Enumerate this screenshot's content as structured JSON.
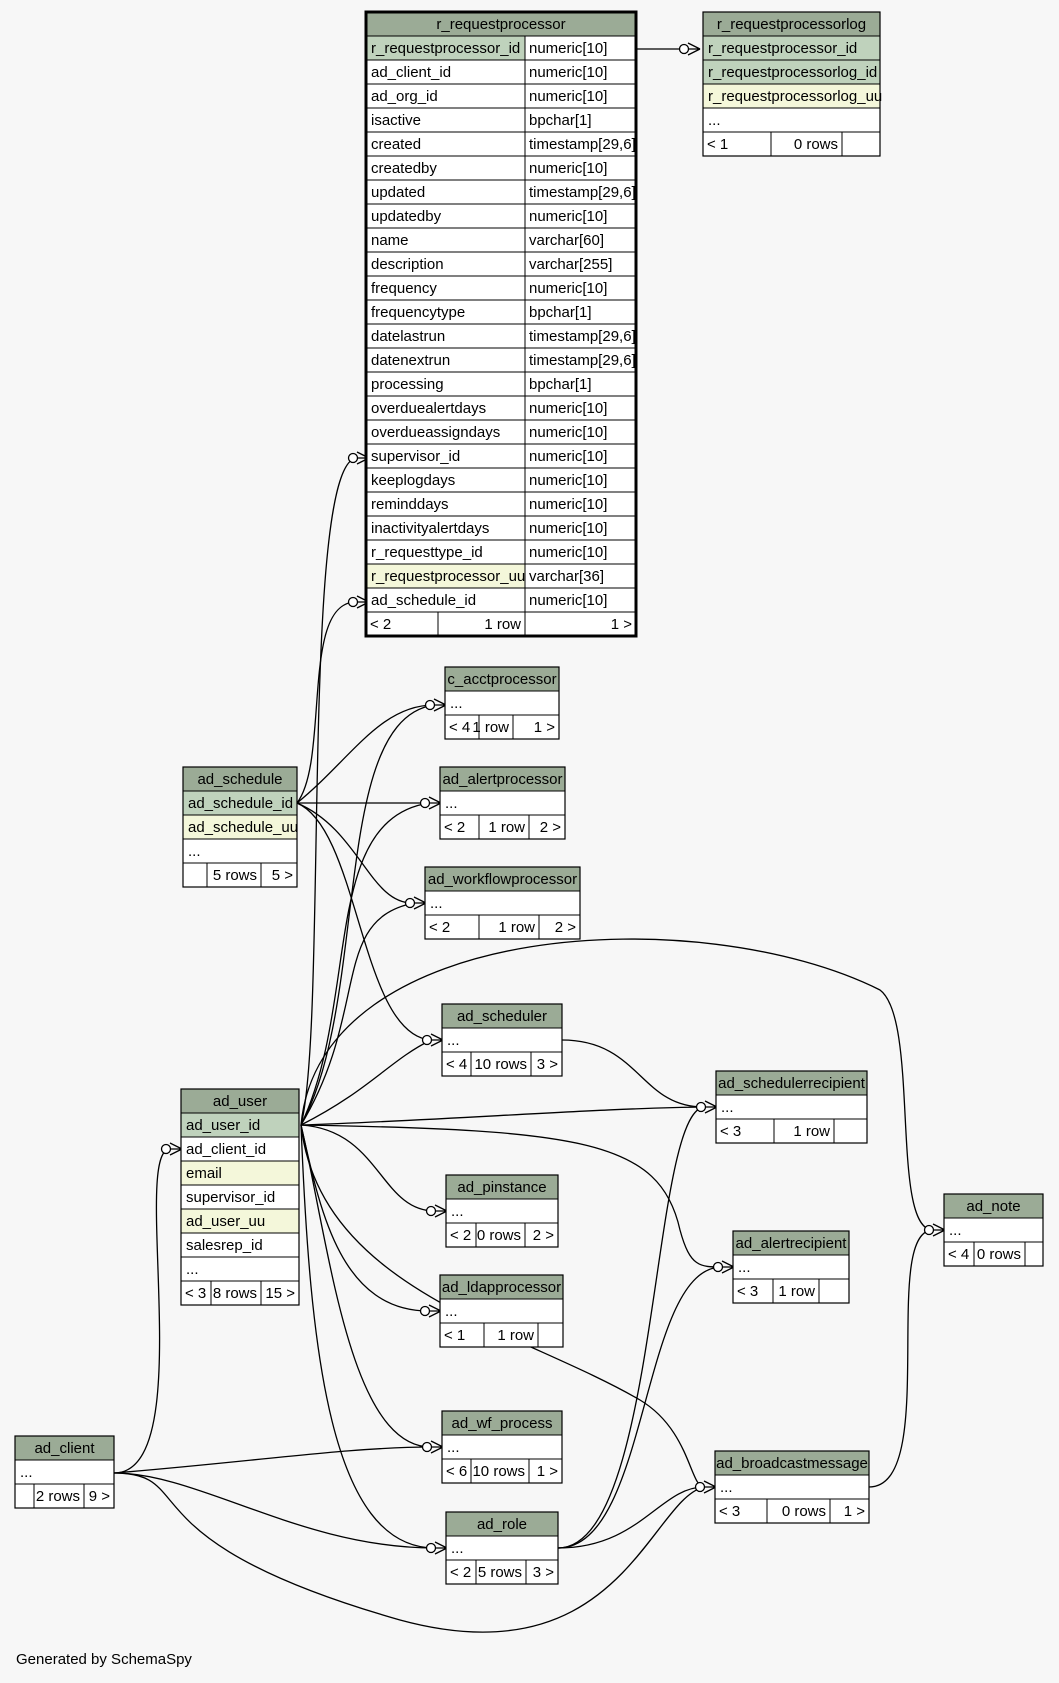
{
  "footer": "Generated by SchemaSpy",
  "colors": {
    "background": "#f7f7f7",
    "header": "#9bab96",
    "primary_key": "#bfd2bc",
    "unique_index": "#f4f7da",
    "cell": "#ffffff",
    "border": "#000000"
  },
  "tables": [
    {
      "id": "r_requestprocessor",
      "name": "r_requestprocessor",
      "focus": true,
      "columns": [
        {
          "name": "r_requestprocessor_id",
          "type": "numeric[10]",
          "kind": "pk"
        },
        {
          "name": "ad_client_id",
          "type": "numeric[10]",
          "kind": "normal"
        },
        {
          "name": "ad_org_id",
          "type": "numeric[10]",
          "kind": "normal"
        },
        {
          "name": "isactive",
          "type": "bpchar[1]",
          "kind": "normal"
        },
        {
          "name": "created",
          "type": "timestamp[29,6]",
          "kind": "normal"
        },
        {
          "name": "createdby",
          "type": "numeric[10]",
          "kind": "normal"
        },
        {
          "name": "updated",
          "type": "timestamp[29,6]",
          "kind": "normal"
        },
        {
          "name": "updatedby",
          "type": "numeric[10]",
          "kind": "normal"
        },
        {
          "name": "name",
          "type": "varchar[60]",
          "kind": "normal"
        },
        {
          "name": "description",
          "type": "varchar[255]",
          "kind": "normal"
        },
        {
          "name": "frequency",
          "type": "numeric[10]",
          "kind": "normal"
        },
        {
          "name": "frequencytype",
          "type": "bpchar[1]",
          "kind": "normal"
        },
        {
          "name": "datelastrun",
          "type": "timestamp[29,6]",
          "kind": "normal"
        },
        {
          "name": "datenextrun",
          "type": "timestamp[29,6]",
          "kind": "normal"
        },
        {
          "name": "processing",
          "type": "bpchar[1]",
          "kind": "normal"
        },
        {
          "name": "overduealertdays",
          "type": "numeric[10]",
          "kind": "normal"
        },
        {
          "name": "overdueassigndays",
          "type": "numeric[10]",
          "kind": "normal"
        },
        {
          "name": "supervisor_id",
          "type": "numeric[10]",
          "kind": "normal"
        },
        {
          "name": "keeplogdays",
          "type": "numeric[10]",
          "kind": "normal"
        },
        {
          "name": "reminddays",
          "type": "numeric[10]",
          "kind": "normal"
        },
        {
          "name": "inactivityalertdays",
          "type": "numeric[10]",
          "kind": "normal"
        },
        {
          "name": "r_requesttype_id",
          "type": "numeric[10]",
          "kind": "normal"
        },
        {
          "name": "r_requestprocessor_uu",
          "type": "varchar[36]",
          "kind": "unique"
        },
        {
          "name": "ad_schedule_id",
          "type": "numeric[10]",
          "kind": "normal"
        }
      ],
      "footer": {
        "parents": "< 2",
        "rows": "1 row",
        "children": "1 >"
      }
    },
    {
      "id": "r_requestprocessorlog",
      "name": "r_requestprocessorlog",
      "columns": [
        {
          "name": "r_requestprocessor_id",
          "type": "",
          "kind": "pk"
        },
        {
          "name": "r_requestprocessorlog_id",
          "type": "",
          "kind": "pk"
        },
        {
          "name": "r_requestprocessorlog_uu",
          "type": "",
          "kind": "unique"
        },
        {
          "name": "...",
          "type": "",
          "kind": "normal"
        }
      ],
      "footer": {
        "parents": "< 1",
        "rows": "0 rows",
        "children": ""
      }
    },
    {
      "id": "c_acctprocessor",
      "name": "c_acctprocessor",
      "columns": [
        {
          "name": "...",
          "type": "",
          "kind": "normal"
        }
      ],
      "footer": {
        "parents": "< 4",
        "rows": "1 row",
        "children": "1 >"
      }
    },
    {
      "id": "ad_alertprocessor",
      "name": "ad_alertprocessor",
      "columns": [
        {
          "name": "...",
          "type": "",
          "kind": "normal"
        }
      ],
      "footer": {
        "parents": "< 2",
        "rows": "1 row",
        "children": "2 >"
      }
    },
    {
      "id": "ad_workflowprocessor",
      "name": "ad_workflowprocessor",
      "columns": [
        {
          "name": "...",
          "type": "",
          "kind": "normal"
        }
      ],
      "footer": {
        "parents": "< 2",
        "rows": "1 row",
        "children": "2 >"
      }
    },
    {
      "id": "ad_schedule",
      "name": "ad_schedule",
      "columns": [
        {
          "name": "ad_schedule_id",
          "type": "",
          "kind": "pk"
        },
        {
          "name": "ad_schedule_uu",
          "type": "",
          "kind": "unique"
        },
        {
          "name": "...",
          "type": "",
          "kind": "normal"
        }
      ],
      "footer": {
        "parents": "",
        "rows": "5 rows",
        "children": "5 >"
      }
    },
    {
      "id": "ad_scheduler",
      "name": "ad_scheduler",
      "columns": [
        {
          "name": "...",
          "type": "",
          "kind": "normal"
        }
      ],
      "footer": {
        "parents": "< 4",
        "rows": "10 rows",
        "children": "3 >"
      }
    },
    {
      "id": "ad_schedulerrecipient",
      "name": "ad_schedulerrecipient",
      "columns": [
        {
          "name": "...",
          "type": "",
          "kind": "normal"
        }
      ],
      "footer": {
        "parents": "< 3",
        "rows": "1 row",
        "children": ""
      }
    },
    {
      "id": "ad_user",
      "name": "ad_user",
      "columns": [
        {
          "name": "ad_user_id",
          "type": "",
          "kind": "pk"
        },
        {
          "name": "ad_client_id",
          "type": "",
          "kind": "normal"
        },
        {
          "name": "email",
          "type": "",
          "kind": "unique"
        },
        {
          "name": "supervisor_id",
          "type": "",
          "kind": "normal"
        },
        {
          "name": "ad_user_uu",
          "type": "",
          "kind": "unique"
        },
        {
          "name": "salesrep_id",
          "type": "",
          "kind": "normal"
        },
        {
          "name": "...",
          "type": "",
          "kind": "normal"
        }
      ],
      "footer": {
        "parents": "< 3",
        "rows": "8 rows",
        "children": "15 >"
      }
    },
    {
      "id": "ad_note",
      "name": "ad_note",
      "columns": [
        {
          "name": "...",
          "type": "",
          "kind": "normal"
        }
      ],
      "footer": {
        "parents": "< 4",
        "rows": "0 rows",
        "children": ""
      }
    },
    {
      "id": "ad_pinstance",
      "name": "ad_pinstance",
      "columns": [
        {
          "name": "...",
          "type": "",
          "kind": "normal"
        }
      ],
      "footer": {
        "parents": "< 2",
        "rows": "0 rows",
        "children": "2 >"
      }
    },
    {
      "id": "ad_alertrecipient",
      "name": "ad_alertrecipient",
      "columns": [
        {
          "name": "...",
          "type": "",
          "kind": "normal"
        }
      ],
      "footer": {
        "parents": "< 3",
        "rows": "1 row",
        "children": ""
      }
    },
    {
      "id": "ad_ldapprocessor",
      "name": "ad_ldapprocessor",
      "columns": [
        {
          "name": "...",
          "type": "",
          "kind": "normal"
        }
      ],
      "footer": {
        "parents": "< 1",
        "rows": "1 row",
        "children": ""
      }
    },
    {
      "id": "ad_wf_process",
      "name": "ad_wf_process",
      "columns": [
        {
          "name": "...",
          "type": "",
          "kind": "normal"
        }
      ],
      "footer": {
        "parents": "< 6",
        "rows": "10 rows",
        "children": "1 >"
      }
    },
    {
      "id": "ad_client",
      "name": "ad_client",
      "columns": [
        {
          "name": "...",
          "type": "",
          "kind": "normal"
        }
      ],
      "footer": {
        "parents": "",
        "rows": "2 rows",
        "children": "9 >"
      }
    },
    {
      "id": "ad_broadcastmessage",
      "name": "ad_broadcastmessage",
      "columns": [
        {
          "name": "...",
          "type": "",
          "kind": "normal"
        }
      ],
      "footer": {
        "parents": "< 3",
        "rows": "0 rows",
        "children": "1 >"
      }
    },
    {
      "id": "ad_role",
      "name": "ad_role",
      "columns": [
        {
          "name": "...",
          "type": "",
          "kind": "normal"
        }
      ],
      "footer": {
        "parents": "< 2",
        "rows": "5 rows",
        "children": "3 >"
      }
    }
  ],
  "relationships": [
    {
      "from": "r_requestprocessor",
      "to": "r_requestprocessorlog"
    },
    {
      "from": "ad_user",
      "to": "r_requestprocessor"
    },
    {
      "from": "ad_schedule",
      "to": "r_requestprocessor"
    },
    {
      "from": "ad_schedule",
      "to": "c_acctprocessor"
    },
    {
      "from": "ad_user",
      "to": "c_acctprocessor"
    },
    {
      "from": "ad_schedule",
      "to": "ad_alertprocessor"
    },
    {
      "from": "ad_user",
      "to": "ad_alertprocessor"
    },
    {
      "from": "ad_schedule",
      "to": "ad_workflowprocessor"
    },
    {
      "from": "ad_user",
      "to": "ad_workflowprocessor"
    },
    {
      "from": "ad_schedule",
      "to": "ad_scheduler"
    },
    {
      "from": "ad_user",
      "to": "ad_scheduler"
    },
    {
      "from": "ad_scheduler",
      "to": "ad_schedulerrecipient"
    },
    {
      "from": "ad_user",
      "to": "ad_schedulerrecipient"
    },
    {
      "from": "ad_role",
      "to": "ad_schedulerrecipient"
    },
    {
      "from": "ad_user",
      "to": "ad_note"
    },
    {
      "from": "ad_broadcastmessage",
      "to": "ad_note"
    },
    {
      "from": "ad_user",
      "to": "ad_pinstance"
    },
    {
      "from": "ad_user",
      "to": "ad_alertrecipient"
    },
    {
      "from": "ad_role",
      "to": "ad_alertrecipient"
    },
    {
      "from": "ad_user",
      "to": "ad_ldapprocessor"
    },
    {
      "from": "ad_user",
      "to": "ad_wf_process"
    },
    {
      "from": "ad_client",
      "to": "ad_wf_process"
    },
    {
      "from": "ad_client",
      "to": "ad_user"
    },
    {
      "from": "ad_user",
      "to": "ad_broadcastmessage"
    },
    {
      "from": "ad_role",
      "to": "ad_broadcastmessage"
    },
    {
      "from": "ad_client",
      "to": "ad_broadcastmessage"
    },
    {
      "from": "ad_client",
      "to": "ad_role"
    },
    {
      "from": "ad_user",
      "to": "ad_role"
    }
  ]
}
